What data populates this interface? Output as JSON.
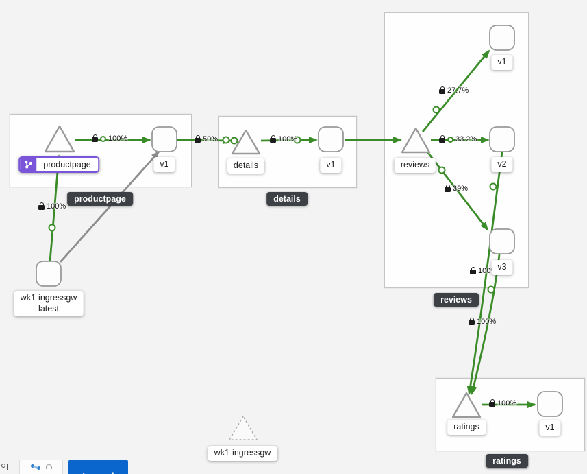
{
  "colors": {
    "edge_healthy_green": "#3a8c28",
    "edge_gray": "#8d8d8d",
    "app_badge_purple": "#7b55d9",
    "group_label_bg": "#3d4146",
    "primary_button_blue": "#0a66cc"
  },
  "groups": {
    "productpage": {
      "label": "productpage"
    },
    "details": {
      "label": "details"
    },
    "reviews": {
      "label": "reviews"
    },
    "ratings": {
      "label": "ratings"
    }
  },
  "nodes": {
    "productpage_svc": {
      "label": "productpage"
    },
    "productpage_v1": {
      "label": "v1"
    },
    "details_svc": {
      "label": "details"
    },
    "details_v1": {
      "label": "v1"
    },
    "reviews_svc": {
      "label": "reviews"
    },
    "reviews_v1": {
      "label": "v1"
    },
    "reviews_v2": {
      "label": "v2"
    },
    "reviews_v3": {
      "label": "v3"
    },
    "ratings_svc": {
      "label": "ratings"
    },
    "ratings_v1": {
      "label": "v1"
    },
    "ingressgw": {
      "label_line1": "wk1-ingressgw",
      "label_line2": "latest"
    },
    "idle_gateway": {
      "label": "wk1-ingressgw"
    }
  },
  "edge_labels": {
    "gw_to_productpage": "100%",
    "productpage_to_v1": "100%",
    "ppv1_to_details": "50%",
    "details_to_v1": "100%",
    "reviews_to_v1": "27.7%",
    "reviews_to_v2": "33.2%",
    "reviews_to_v3": "39%",
    "v2_to_ratings": "100%",
    "v3_to_ratings": "100%",
    "ratings_to_v1": "100%"
  },
  "controls": {
    "legend_button": "Legend"
  }
}
